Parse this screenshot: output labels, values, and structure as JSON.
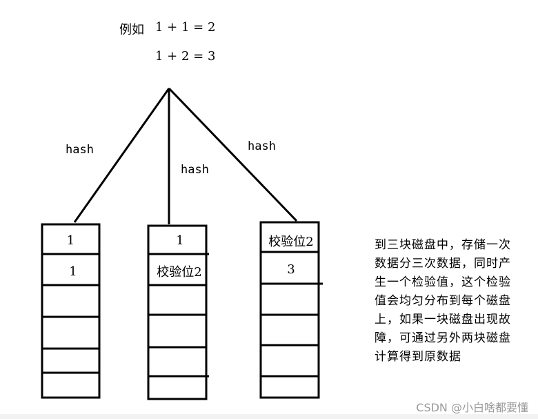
{
  "equations": {
    "prefix": "例如",
    "line1": "1 + 1 = 2",
    "line2": "1 + 2 = 3"
  },
  "hash_labels": [
    "hash",
    "hash",
    "hash"
  ],
  "disks": [
    {
      "cells": [
        "1",
        "1",
        "",
        "",
        "",
        ""
      ]
    },
    {
      "cells": [
        "1",
        "校验位2",
        "",
        "",
        "",
        ""
      ]
    },
    {
      "cells": [
        "校验位2",
        "3",
        "",
        "",
        "",
        ""
      ]
    }
  ],
  "note_text": "到三块磁盘中，存储一次数据分三次数据，同时产生一个检验值，这个检验值会均匀分布到每个磁盘上，如果一块磁盘出现故障，可通过另外两块磁盘计算得到原数据",
  "watermark": "CSDN @小白啥都要懂"
}
